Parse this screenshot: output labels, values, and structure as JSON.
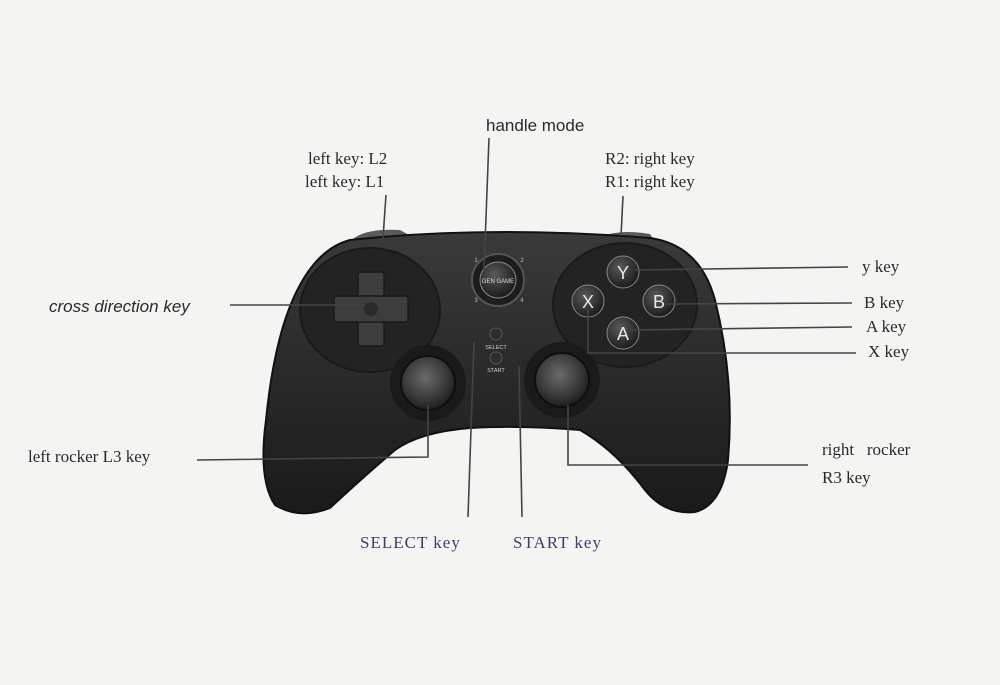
{
  "labels": {
    "handle_mode": "handle mode",
    "left_key_l2": "left key: L2",
    "left_key_l1": "left key: L1",
    "r2_right_key": "R2: right key",
    "r1_right_key": "R1: right key",
    "cross_direction_key": "cross direction key",
    "y_key": "y key",
    "b_key": "B key",
    "a_key": "A key",
    "x_key": "X key",
    "left_rocker": "left rocker L3 key",
    "right_rocker_line1": "right   rocker",
    "right_rocker_line2": "R3 key",
    "select_key": "SELECT key",
    "start_key": "START key"
  },
  "controller": {
    "face_buttons": {
      "y": "Y",
      "x": "X",
      "b": "B",
      "a": "A"
    },
    "center_logo": "GEN GAME",
    "mode_leds": [
      "1",
      "2",
      "3",
      "4"
    ],
    "select_text": "SELECT",
    "start_text": "START"
  },
  "colors": {
    "body": "#2c2c2c",
    "body_dark": "#161616",
    "leader_line": "#444444",
    "background": "#f4f4f2"
  }
}
